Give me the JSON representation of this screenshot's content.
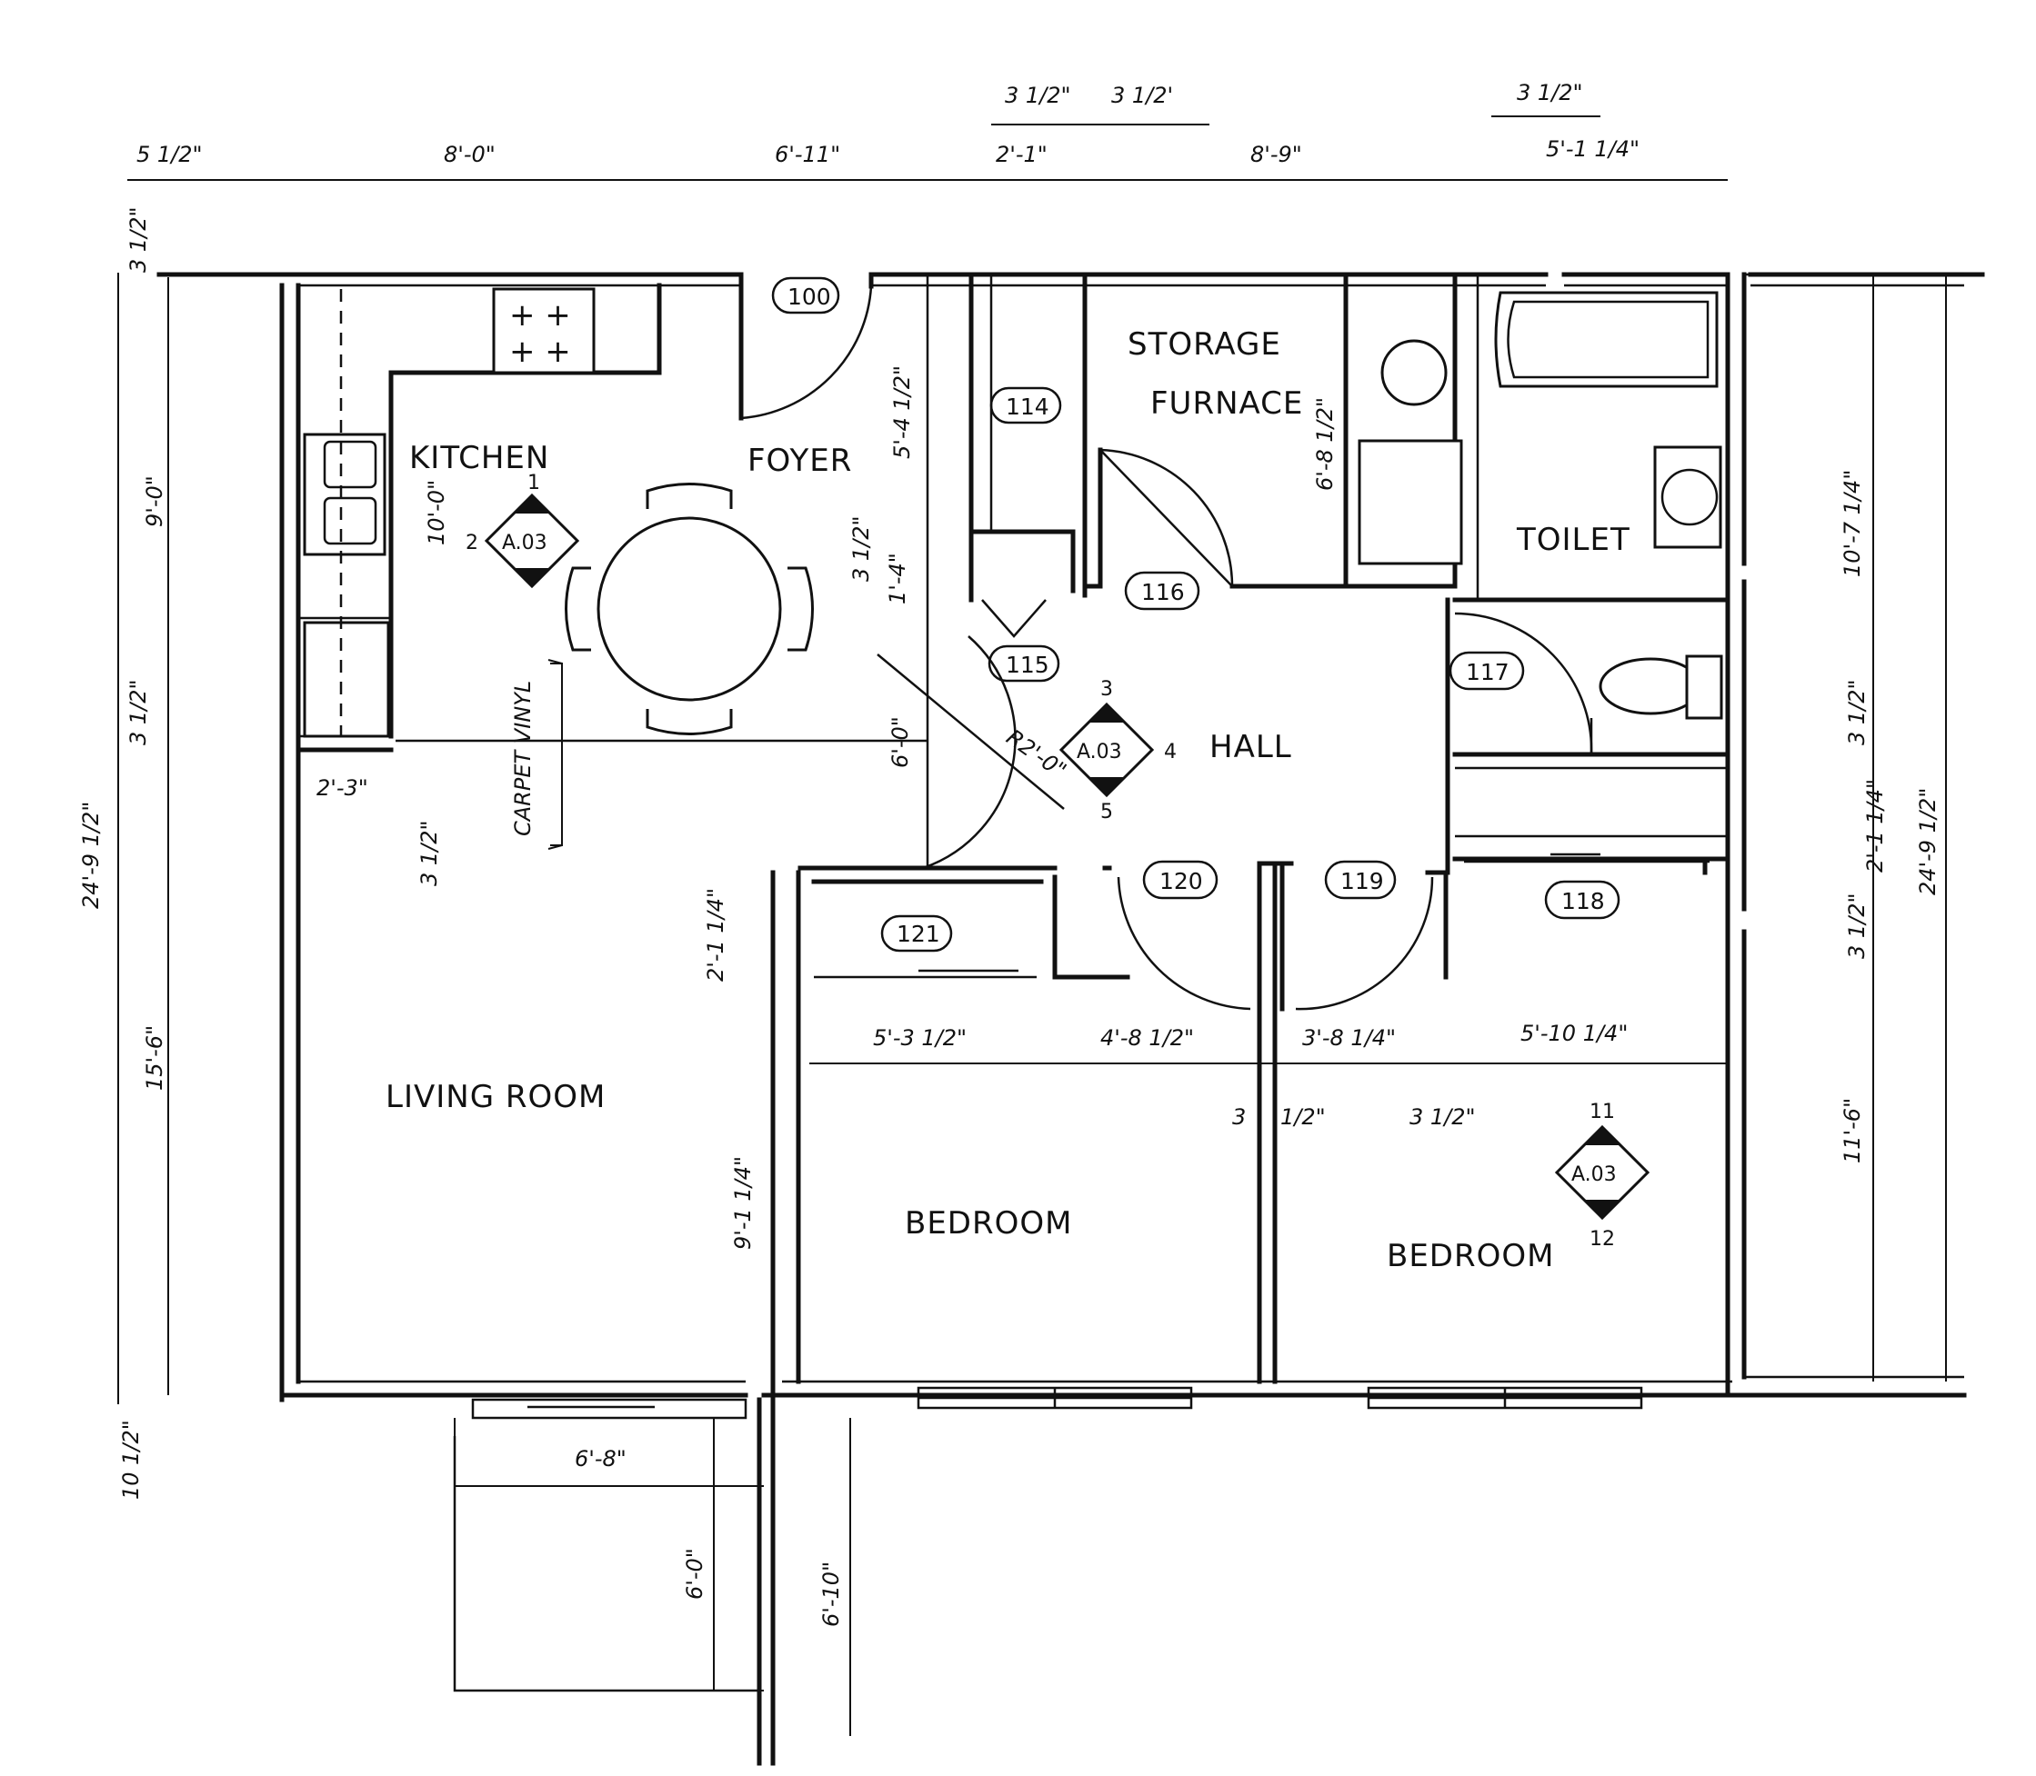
{
  "rooms": {
    "kitchen": "KITCHEN",
    "foyer": "FOYER",
    "storage": "STORAGE",
    "furnace": "FURNACE",
    "toilet": "TOILET",
    "hall": "HALL",
    "living_room": "LIVING ROOM",
    "bedroom_left": "BEDROOM",
    "bedroom_right": "BEDROOM"
  },
  "floor_note": {
    "carpet": "CARPET",
    "vinyl": "VINYL"
  },
  "door_tags": {
    "t100": "100",
    "t114": "114",
    "t115": "115",
    "t116": "116",
    "t117": "117",
    "t118": "118",
    "t119": "119",
    "t120": "120",
    "t121": "121"
  },
  "section_markers": {
    "m1": {
      "label": "A.03",
      "top": "1",
      "left": "2"
    },
    "m2": {
      "label": "A.03",
      "top": "3",
      "right": "4",
      "bottom": "5"
    },
    "m3": {
      "label": "A.03",
      "top": "11",
      "bottom": "12"
    }
  },
  "dimensions": {
    "top_5_1_2": "5 1/2\"",
    "top_8_0": "8'-0\"",
    "top_6_11": "6'-11\"",
    "top_3_1_2_a": "3 1/2\"",
    "top_3_1_2_b": "3 1/2'",
    "top_2_1": "2'-1\"",
    "top_8_9": "8'-9\"",
    "top_3_1_2_c": "3 1/2\"",
    "top_5_1_1_4": "5'-1 1/4\"",
    "left_3_1_2_top": "3 1/2\"",
    "left_9_0": "9'-0\"",
    "left_3_1_2_mid": "3 1/2\"",
    "left_24_9_1_2": "24'-9 1/2\"",
    "left_15_6": "15'-6\"",
    "left_10_1_2": "10 1/2\"",
    "kitchen_10_0": "10'-0\"",
    "kitchen_2_3": "2'-3\"",
    "kitchen_3_1_2": "3 1/2\"",
    "foyer_5_4_1_2": "5'-4 1/2\"",
    "foyer_3_1_2": "3 1/2\"",
    "foyer_1_4": "1'-4\"",
    "foyer_6_0": "6'-0\"",
    "radius": "R2'-0\"",
    "furnace_6_8_1_2": "6'-8 1/2\"",
    "right_10_7_1_4": "10'-7 1/4\"",
    "right_3_1_2_a": "3 1/2\"",
    "right_2_1_1_4": "2'-1 1/4\"",
    "right_3_1_2_b": "3 1/2\"",
    "right_24_9_1_2": "24'-9 1/2\"",
    "right_11_6": "11'-6\"",
    "bed_2_1_1_4": "2'-1 1/4\"",
    "bed_5_3_1_2": "5'-3 1/2\"",
    "bed_4_8_1_2": "4'-8 1/2\"",
    "bed_3_8_1_4": "3'-8 1/4\"",
    "bed_5_10_1_4": "5'-10 1/4\"",
    "bed_3": "3",
    "bed_1_2": "1/2\"",
    "bed_3_1_2": "3 1/2\"",
    "bed_9_1_1_4": "9'-1 1/4\"",
    "patio_6_8": "6'-8\"",
    "patio_6_0": "6'-0\"",
    "patio_6_10": "6'-10\""
  }
}
